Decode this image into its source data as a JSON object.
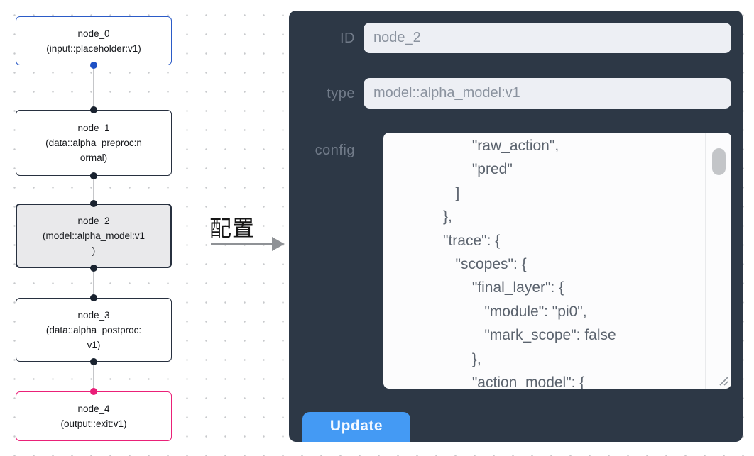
{
  "canvas": {
    "nodes": [
      {
        "lines": [
          "node_0",
          "(input::placeholder:v1)"
        ]
      },
      {
        "lines": [
          "node_1",
          "(data::alpha_preproc:n",
          "ormal)"
        ]
      },
      {
        "lines": [
          "node_2",
          "(model::alpha_model:v1",
          ")"
        ]
      },
      {
        "lines": [
          "node_3",
          "(data::alpha_postproc:",
          "v1)"
        ]
      },
      {
        "lines": [
          "node_4",
          "(output::exit:v1)"
        ]
      }
    ]
  },
  "transition": {
    "label": "配置"
  },
  "panel": {
    "id_label": "ID",
    "id_value": "node_2",
    "type_label": "type",
    "type_value": "model::alpha_model:v1",
    "config_label": "config",
    "config_lines": [
      "                   \"raw_action\",",
      "                   \"pred\"",
      "               ]",
      "            },",
      "            \"trace\": {",
      "               \"scopes\": {",
      "                   \"final_layer\": {",
      "                      \"module\": \"pi0\",",
      "                      \"mark_scope\": false",
      "                   },",
      "                   \"action_model\": {"
    ],
    "update_label": "Update"
  },
  "colors": {
    "panel_bg": "#2d3846",
    "accent_blue": "#1d50c5",
    "accent_pink": "#ea1d78",
    "button_blue": "#449af4",
    "node_border": "#27303f",
    "selected_node_bg": "#e9e9eb",
    "edge": "#c5c6c9"
  }
}
